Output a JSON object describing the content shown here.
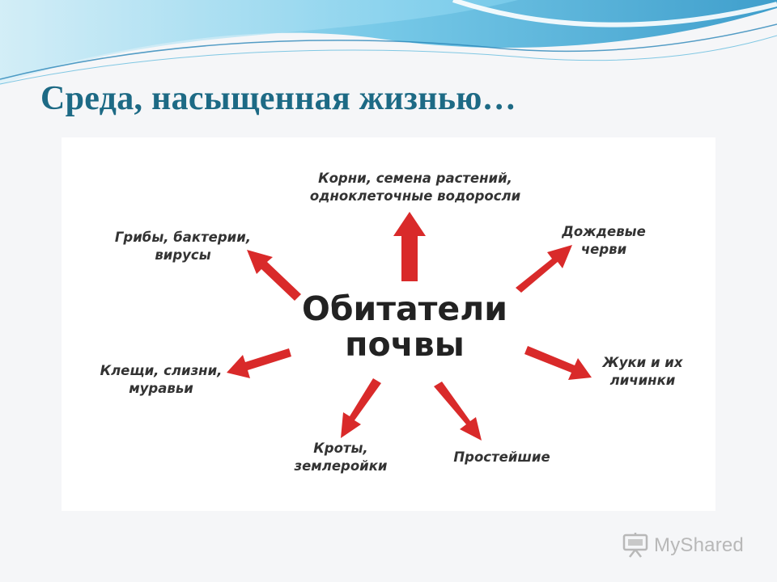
{
  "slide": {
    "title": "Среда, насыщенная жизнью…"
  },
  "diagram": {
    "center_line1": "Обитатели",
    "center_line2": "почвы",
    "labels": {
      "roots_line1": "Корни, семена растений,",
      "roots_line2": "одноклеточные водоросли",
      "worms_line1": "Дождевые",
      "worms_line2": "черви",
      "beetles_line1": "Жуки и их",
      "beetles_line2": "личинки",
      "protozoa": "Простейшие",
      "moles_line1": "Кроты,",
      "moles_line2": "землеройки",
      "mites_line1": "Клещи, слизни,",
      "mites_line2": "муравьи",
      "fungi_line1": "Грибы, бактерии,",
      "fungi_line2": "вирусы"
    },
    "arrow_color": "#d92a2a"
  },
  "watermark": {
    "brand": "MyShared",
    "icon": "presentation-board-icon"
  },
  "colors": {
    "title": "#1d6a85",
    "wave_blue": "#2aa0cc"
  }
}
